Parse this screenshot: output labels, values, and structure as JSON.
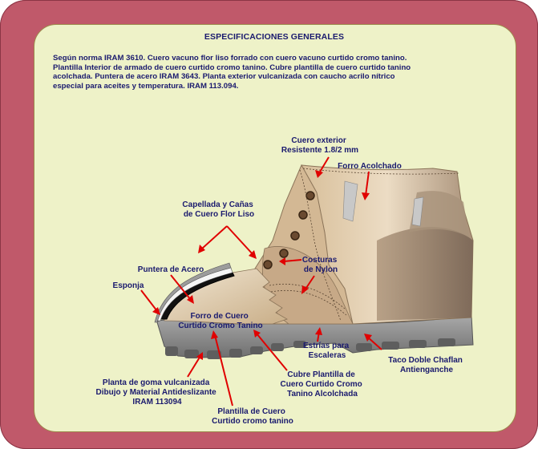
{
  "header": {
    "title": "ESPECIFICACIONES GENERALES",
    "description": [
      "Según norma IRAM 3610. Cuero vacuno flor liso forrado con cuero vacuno curtido cromo tanino.",
      "Plantilla Interior de armado de cuero curtido cromo tanino. Cubre plantilla de cuero curtido tanino",
      "acolchada. Puntera de acero IRAM 3643. Planta exterior vulcanizada con caucho acrilo nítrico",
      "especial para aceites y temperatura. IRAM 113.094."
    ]
  },
  "labels": {
    "cuero_exterior": [
      "Cuero exterior",
      "Resistente 1.8/2 mm"
    ],
    "forro_acolchado": [
      "Forro Acolchado"
    ],
    "capellada": [
      "Capellada y Cañas",
      "de Cuero Flor Liso"
    ],
    "costuras": [
      "Costuras",
      "de Nylon"
    ],
    "puntera": [
      "Puntera de Acero"
    ],
    "esponja": [
      "Esponja"
    ],
    "forro_cuero": [
      "Forro de Cuero",
      "Curtido Cromo Tanino"
    ],
    "estrias": [
      "Estrías para",
      "Escaleras"
    ],
    "taco": [
      "Taco Doble Chaflan",
      "Antienganche"
    ],
    "cubre_plantilla": [
      "Cubre Plantilla de",
      "Cuero Curtido Cromo",
      "Tanino Alcolchada"
    ],
    "planta_goma": [
      "Planta de goma vulcanizada",
      "Dibujo y Material Antideslizante",
      "IRAM 113094"
    ],
    "plantilla_cuero": [
      "Plantilla de Cuero",
      "Curtido cromo tanino"
    ]
  },
  "colors": {
    "frame": "#c0596a",
    "panel": "#eef2c8",
    "text": "#1a1a6e",
    "arrow": "#e00000",
    "leather": "#d9c0a0",
    "sole": "#8c8c8c"
  }
}
